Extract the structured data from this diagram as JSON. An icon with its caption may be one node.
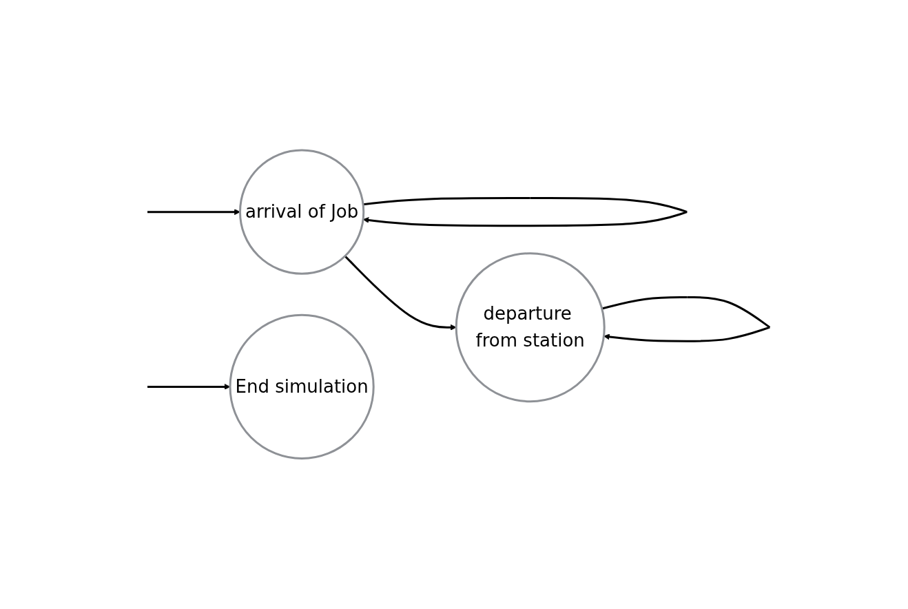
{
  "diagram": {
    "nodes": [
      {
        "text": [
          "arrival of Job"
        ]
      },
      {
        "text": [
          "departure from station"
        ]
      },
      {
        "text": [
          "End simulation"
        ]
      }
    ],
    "edges": [
      {
        "from": 0,
        "to": 0,
        "arrow": "to"
      },
      {
        "from": 0,
        "to": 1,
        "arrow": "to"
      },
      {
        "from": 1,
        "to": 1,
        "arrow": "to"
      },
      {
        "from": null,
        "to": 0,
        "arrow": "to"
      },
      {
        "from": null,
        "to": 2,
        "arrow": "to"
      }
    ]
  }
}
